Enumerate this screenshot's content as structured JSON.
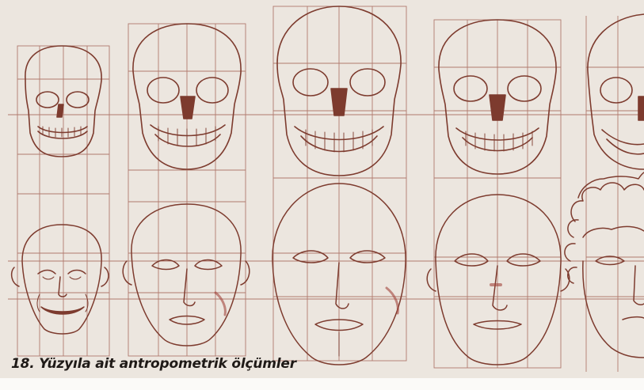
{
  "figure": {
    "caption": "18. Yüzyıla ait antropometrik ölçümler",
    "colors": {
      "paper": "#ece6df",
      "ink": "#7d3b2e",
      "grid": "#a6675a",
      "caption": "#1f1a17"
    },
    "panels": [
      {
        "top": "skull",
        "bottom": "face-smiling"
      },
      {
        "top": "skull",
        "bottom": "face"
      },
      {
        "top": "skull",
        "bottom": "face"
      },
      {
        "top": "skull",
        "bottom": "face"
      },
      {
        "top": "skull",
        "bottom": "face-curly-hair"
      }
    ]
  }
}
